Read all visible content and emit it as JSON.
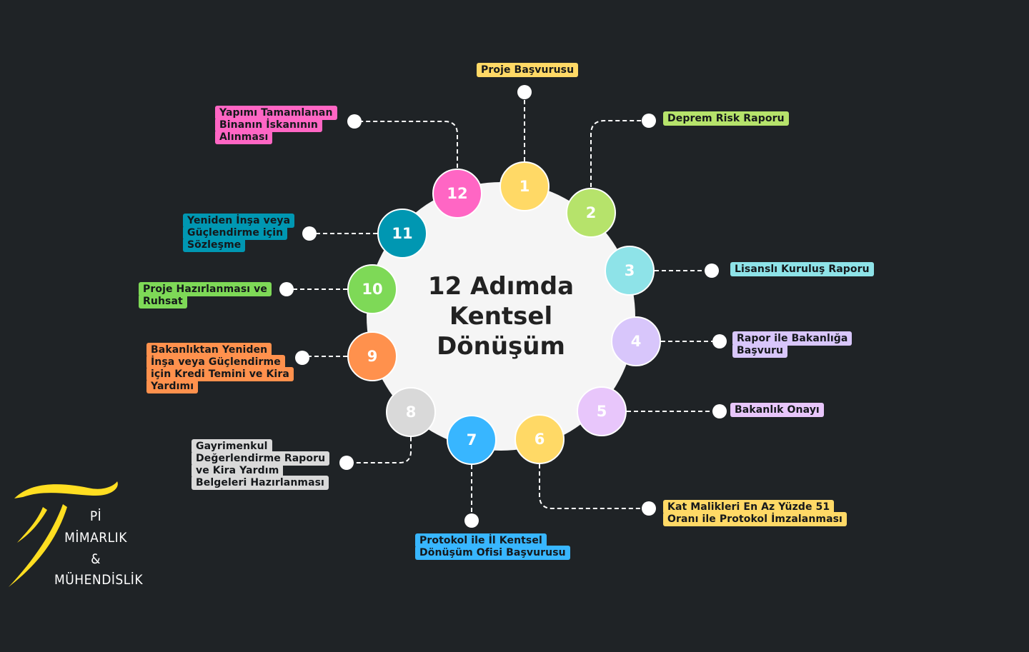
{
  "title": {
    "line1": "12 Adımda",
    "line2": "Kentsel",
    "line3": "Dönüşüm"
  },
  "steps": [
    {
      "number": "1",
      "label": "Proje Başvurusu",
      "color": "#ffd966"
    },
    {
      "number": "2",
      "label": "Deprem Risk Raporu",
      "color": "#b6e36b"
    },
    {
      "number": "3",
      "label": "Lisanslı Kuruluş Raporu",
      "color": "#8ee3e8"
    },
    {
      "number": "4",
      "label": "Rapor ile Bakanlığa Başvuru",
      "color": "#d8c6fb"
    },
    {
      "number": "5",
      "label": "Bakanlık Onayı",
      "color": "#e8c6fb"
    },
    {
      "number": "6",
      "label": "Kat Malikleri En Az Yüzde 51 Oranı ile Protokol İmzalanması",
      "color": "#ffd966"
    },
    {
      "number": "7",
      "label": "Protokol ile İl Kentsel Dönüşüm Ofisi Başvurusu",
      "color": "#38b6ff"
    },
    {
      "number": "8",
      "label": "Gayrimenkul Değerlendirme Raporu ve Kira Yardım Belgeleri Hazırlanması",
      "color": "#d9d9d9"
    },
    {
      "number": "9",
      "label": "Bakanlıktan Yeniden İnşa veya Güçlendirme için Kredi Temini ve Kira Yardımı",
      "color": "#ff914d"
    },
    {
      "number": "10",
      "label": "Proje Hazırlanması ve Ruhsat",
      "color": "#7ed957"
    },
    {
      "number": "11",
      "label": "Yeniden İnşa veya Güçlendirme için Sözleşme",
      "color": "#0097b2"
    },
    {
      "number": "12",
      "label": "Yapımı Tamamlanan Binanın İskanının Alınması",
      "color": "#ff66c4"
    }
  ],
  "logo": {
    "line1": "Pİ",
    "line2": "MİMARLIK",
    "line3": "&",
    "line4": "MÜHENDİSLİK",
    "color": "#ffde21"
  }
}
